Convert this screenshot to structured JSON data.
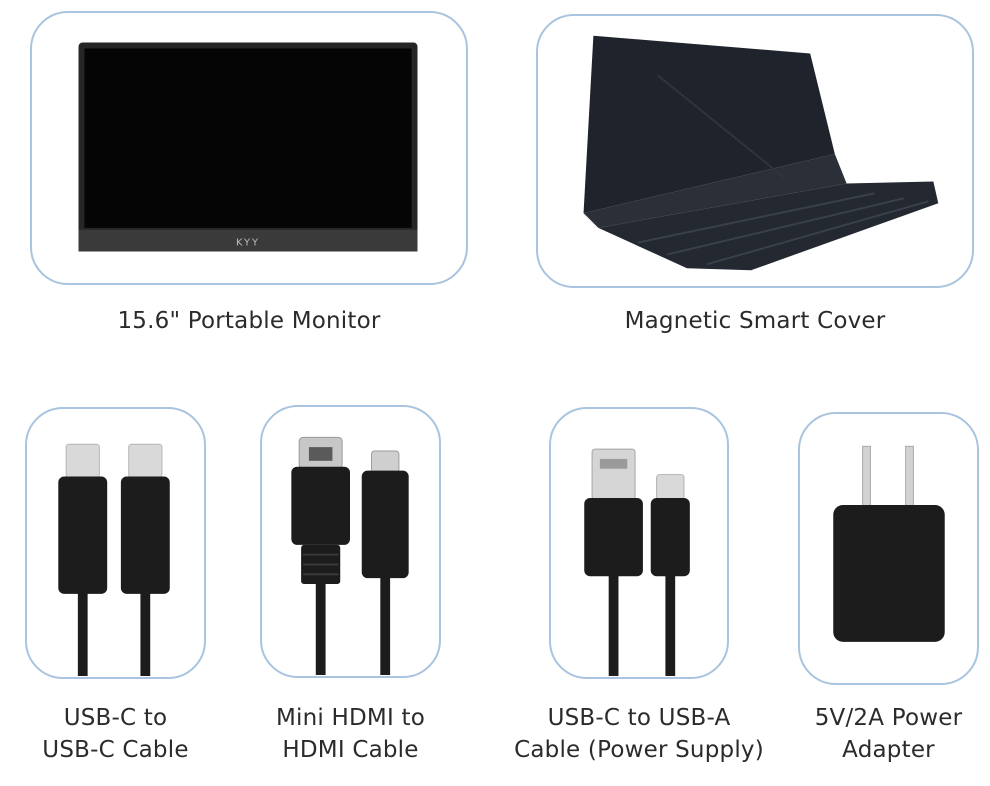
{
  "items": [
    {
      "name": "monitor",
      "caption": [
        "15.6\" Portable Monitor"
      ],
      "brand": "KYY",
      "icon": "portable-monitor-icon"
    },
    {
      "name": "cover",
      "caption": [
        "Magnetic Smart Cover"
      ],
      "icon": "smart-cover-icon"
    },
    {
      "name": "usbc-cable",
      "caption": [
        "USB-C to",
        "USB-C Cable"
      ],
      "icon": "usb-c-cable-icon"
    },
    {
      "name": "hdmi-cable",
      "caption": [
        "Mini HDMI to",
        "HDMI Cable"
      ],
      "icon": "hdmi-cable-icon"
    },
    {
      "name": "usba-cable",
      "caption": [
        "USB-C to USB-A",
        "Cable (Power Supply)"
      ],
      "icon": "usb-a-cable-icon"
    },
    {
      "name": "adapter",
      "caption": [
        "5V/2A Power",
        "Adapter"
      ],
      "icon": "power-adapter-icon"
    }
  ],
  "colors": {
    "card_border": "#a9c4de",
    "product": "#1c1c1c",
    "metal": "#d9d9d9"
  }
}
